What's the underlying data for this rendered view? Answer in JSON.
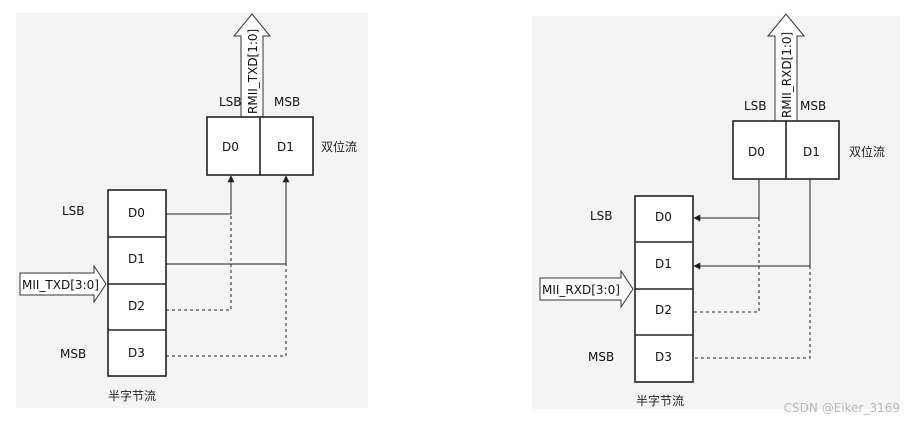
{
  "left": {
    "output_bus": "RMII_TXD[1:0]",
    "input_bus": "MII_TXD[3:0]",
    "dibit_cells": [
      "D0",
      "D1"
    ],
    "nibble_cells": [
      "D0",
      "D1",
      "D2",
      "D3"
    ],
    "dibit_lsb": "LSB",
    "dibit_msb": "MSB",
    "nibble_lsb": "LSB",
    "nibble_msb": "MSB",
    "dibit_label": "双位流",
    "nibble_label": "半字节流"
  },
  "right": {
    "output_bus": "RMII_RXD[1:0]",
    "input_bus": "MII_RXD[3:0]",
    "dibit_cells": [
      "D0",
      "D1"
    ],
    "nibble_cells": [
      "D0",
      "D1",
      "D2",
      "D3"
    ],
    "dibit_lsb": "LSB",
    "dibit_msb": "MSB",
    "nibble_lsb": "LSB",
    "nibble_msb": "MSB",
    "dibit_label": "双位流",
    "nibble_label": "半字节流"
  },
  "watermark": "CSDN @Eiker_3169"
}
